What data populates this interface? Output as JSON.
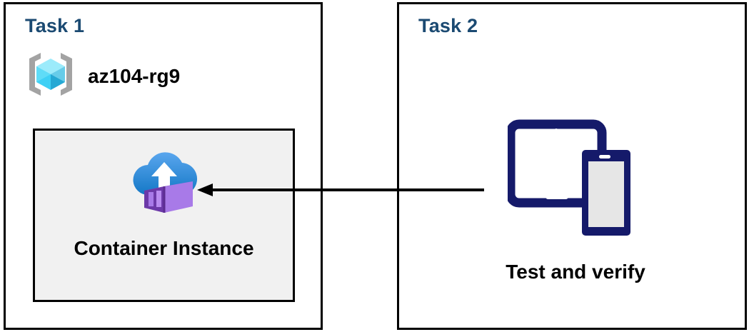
{
  "diagram": {
    "title": "Azure Container Instance task diagram",
    "background_color": "#ffffff",
    "panel_border_color": "#000000",
    "heading_color": "#1b4a72",
    "inner_box_fill": "#f1f1f1",
    "arrow_color": "#000000",
    "device_color": "#151a6a"
  },
  "panels": [
    {
      "id": "task1",
      "title": "Task 1",
      "resource_group": {
        "label": "az104-rg9",
        "icon": "resource-group-icon",
        "icon_colors": {
          "bracket": "#a3a3a3",
          "cube_light": "#9cebfb",
          "cube_mid": "#3fd0f5",
          "cube_dark": "#25a8d4"
        }
      },
      "inner_box": {
        "label": "Container Instance",
        "icon": "container-instance-icon",
        "icon_colors": {
          "cloud_top": "#4f9fea",
          "cloud_bottom": "#1a7bc9",
          "arrow": "#ffffff",
          "container_front": "#a87ae8",
          "container_side": "#5c2d91",
          "container_slat": "#9a6fd8"
        }
      }
    },
    {
      "id": "task2",
      "title": "Task 2",
      "devices": {
        "label": "Test and verify",
        "icon": "devices-icon",
        "icon_colors": {
          "body": "#151a6a",
          "screen": "#ffffff",
          "phone_screen": "#e6e6e6"
        }
      }
    }
  ],
  "connector": {
    "name": "test-to-container-arrow",
    "direction": "right-to-left",
    "from": "Test and verify",
    "to": "Container Instance",
    "color": "#000000"
  }
}
